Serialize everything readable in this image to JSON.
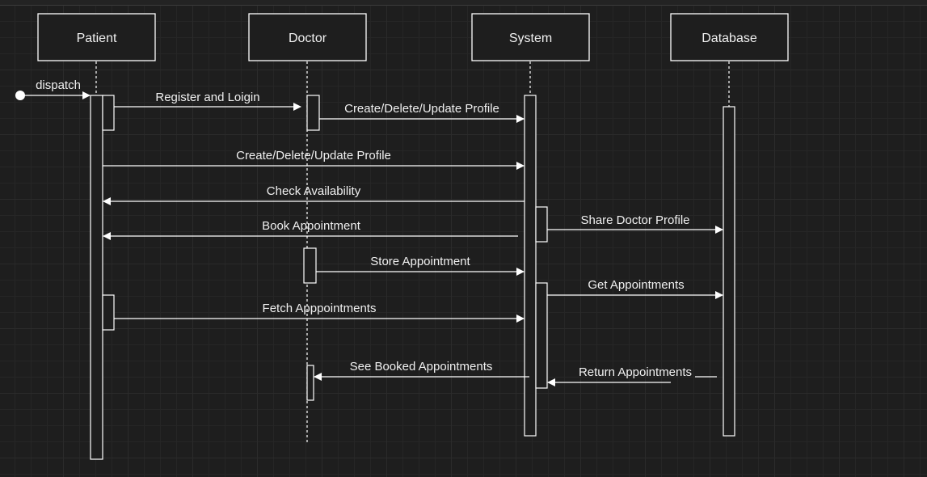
{
  "participants": {
    "patient": "Patient",
    "doctor": "Doctor",
    "system": "System",
    "database": "Database"
  },
  "messages": {
    "dispatch": "dispatch",
    "register_login": "Register and Loigin",
    "doctor_profile": "Create/Delete/Update Profile",
    "patient_profile": "Create/Delete/Update Profile",
    "check_availability": "Check Availability",
    "book_appointment": "Book Appointment",
    "share_doctor_profile": "Share Doctor Profile",
    "store_appointment": "Store Appointment",
    "get_appointments": "Get Appointments",
    "fetch_appointments": "Fetch Apppointments",
    "see_booked": "See Booked Appointments",
    "return_appointments": "Return Appointments"
  },
  "colors": {
    "background": "#1e1e1e",
    "stroke": "#ffffff",
    "text": "#f0f0f0"
  }
}
